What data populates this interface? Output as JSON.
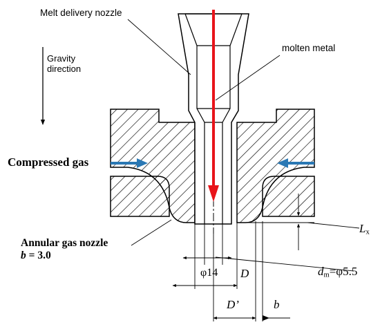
{
  "labels": {
    "melt_nozzle": "Melt delivery nozzle",
    "molten_metal": "molten metal",
    "gravity_line1": "Gravity",
    "gravity_line2": "direction",
    "compressed_gas": "Compressed gas",
    "annular_nozzle": "Annular gas nozzle",
    "b_value_symbol": "b",
    "b_value_text": " = 3.0",
    "phi14": "φ14",
    "D": "D",
    "D_prime": "D’",
    "b": "b",
    "dm_main": "d",
    "dm_sub": "m",
    "dm_value": "=φ5.5",
    "Lx_main": "L",
    "Lx_sub": "x"
  },
  "colors": {
    "stream": "#e8141a",
    "gas_arrow": "#2a78b4",
    "line": "#000000"
  }
}
